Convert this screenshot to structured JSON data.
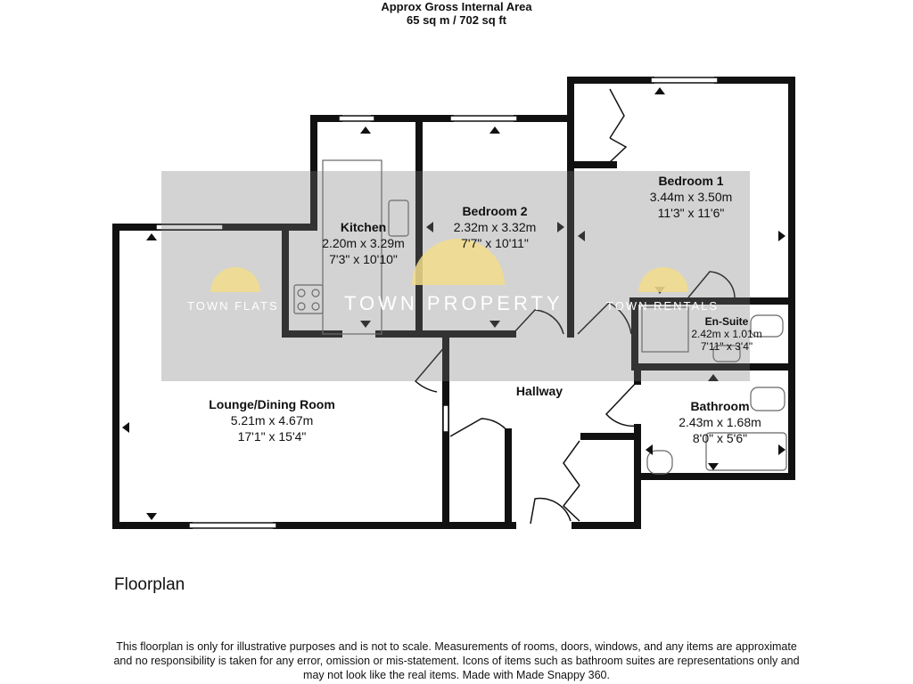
{
  "header": {
    "line1": "Approx Gross Internal Area",
    "line2": "65 sq m / 702 sq ft"
  },
  "rooms": [
    {
      "id": "kitchen",
      "name": "Kitchen",
      "metric": "2.20m x 3.29m",
      "imperial": "7'3\" x 10'10\""
    },
    {
      "id": "bedroom2",
      "name": "Bedroom 2",
      "metric": "2.32m x 3.32m",
      "imperial": "7'7\" x 10'11\""
    },
    {
      "id": "bedroom1",
      "name": "Bedroom 1",
      "metric": "3.44m x 3.50m",
      "imperial": "11'3\" x 11'6\""
    },
    {
      "id": "ensuite",
      "name": "En-Suite",
      "metric": "2.42m x 1.01m",
      "imperial": "7'11\" x 3'4\""
    },
    {
      "id": "lounge",
      "name": "Lounge/Dining Room",
      "metric": "5.21m x 4.67m",
      "imperial": "17'1\" x 15'4\""
    },
    {
      "id": "hallway",
      "name": "Hallway"
    },
    {
      "id": "bathroom",
      "name": "Bathroom",
      "metric": "2.43m x 1.68m",
      "imperial": "8'0\" x 5'6\""
    }
  ],
  "watermark": {
    "left": "TOWN FLATS",
    "center": "TOWN PROPERTY",
    "right": "TOWN RENTALS",
    "sun_color": "#f2dc8a"
  },
  "floor_title": "Floorplan",
  "footer": {
    "line1": "This floorplan is only for illustrative purposes and is not to scale. Measurements of rooms, doors, windows, and any items are approximate",
    "line2": "and no responsibility is taken for any error, omission or mis-statement. Icons of items such as bathroom suites are representations only and",
    "line3": "may not look like the real items. Made with Made Snappy 360."
  },
  "colors": {
    "wall": "#111111",
    "fixture": "#666666",
    "banner": "#8a8a8a"
  }
}
